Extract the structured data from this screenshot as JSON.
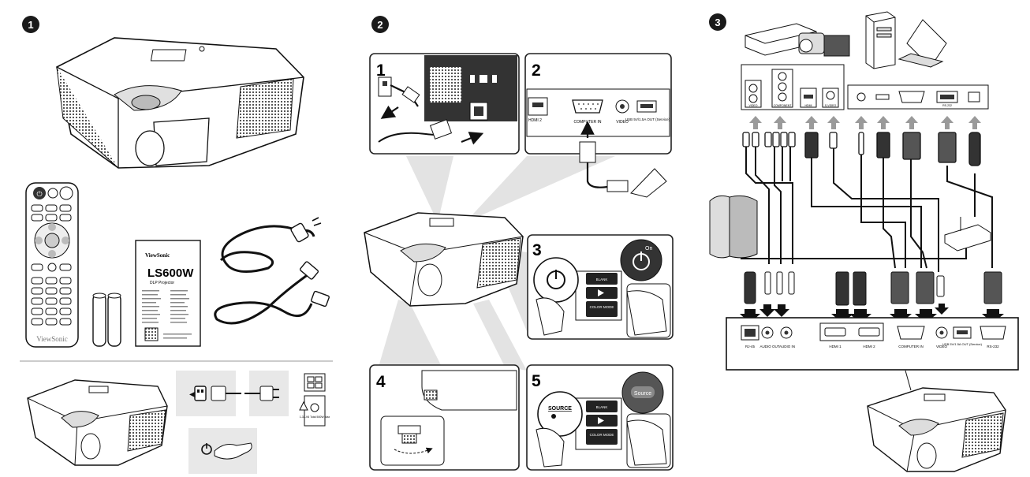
{
  "sections": [
    {
      "number": "1"
    },
    {
      "number": "2"
    },
    {
      "number": "3"
    }
  ],
  "steps": [
    "1",
    "2",
    "3",
    "4",
    "5"
  ],
  "package": {
    "remote_brand": "ViewSonic",
    "guide_brand": "ViewSonic",
    "guide_model": "LS600W",
    "guide_subtitle": "DLP Projector"
  },
  "step2_panel": {
    "hdmi_label": "HDMI 2",
    "computer_in_label": "COMPUTER IN",
    "video_label": "VIDEO",
    "usb_label": "USB 5V/1.5A OUT (Service)"
  },
  "keypad": {
    "blank_label": "BLANK",
    "color_mode_label": "COLOR MODE",
    "on_label": "On",
    "source_label": "SOURCE",
    "source_button_label": "Source"
  },
  "source_devices": {
    "av_port_labels": [
      "VIDEO",
      "COMPONENT",
      "HDMI",
      "S-VIDEO"
    ],
    "pc_port_labels": [
      "RS-232"
    ]
  },
  "rear_panel": {
    "port_labels": [
      "RJ-45",
      "AUDIO OUT",
      "AUDIO IN",
      "HDMI 1",
      "HDMI 2",
      "COMPUTER IN",
      "VIDEO",
      "USB 5V/1.5A OUT (Service)",
      "RS-232"
    ]
  },
  "warning_text": "1-32-V6 Total 500W Max",
  "colors": {
    "badge": "#1a1a1a",
    "arrow_gray": "#9a9a9a",
    "panel_border": "#222222",
    "shade": "#e8e8e8"
  }
}
